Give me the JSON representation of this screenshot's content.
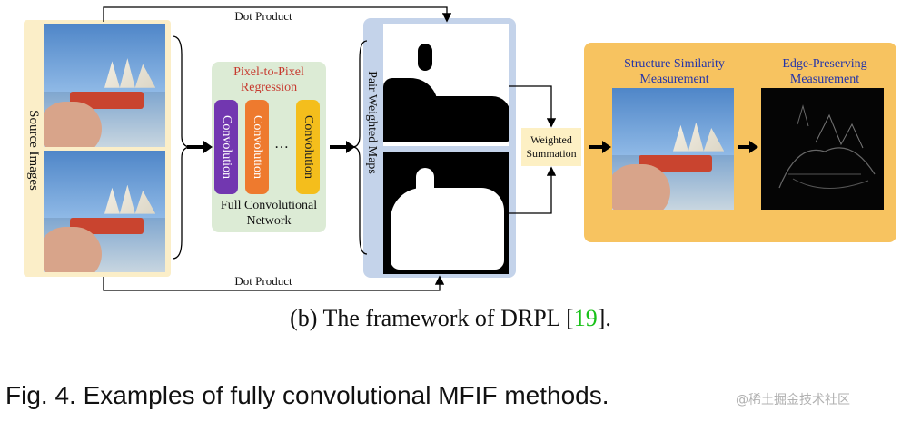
{
  "diagram": {
    "source_label": "Source Images",
    "dot_product_top": "Dot Product",
    "dot_product_bottom": "Dot Product",
    "regression_title": "Pixel-to-Pixel Regression",
    "conv_labels": [
      "Convolution",
      "Convolution",
      "Convolution"
    ],
    "conv_colors": [
      "#7237b0",
      "#ee7a2e",
      "#f4be1c"
    ],
    "ellipsis": "…",
    "fcn_label": "Full Convolutional Network",
    "maps_label": "Pair Weighted Maps",
    "weighted_summation": "Weighted Summation",
    "structure_similarity": "Structure Similarity Measurement",
    "edge_preserving": "Edge-Preserving Measurement"
  },
  "captions": {
    "sub_prefix": "(b)  The framework of DRPL [",
    "sub_ref": "19",
    "sub_suffix": "].",
    "ref_color": "#19c119",
    "figure": "Fig. 4. Examples of fully convolutional MFIF methods.",
    "watermark": "@稀土掘金技术社区"
  }
}
